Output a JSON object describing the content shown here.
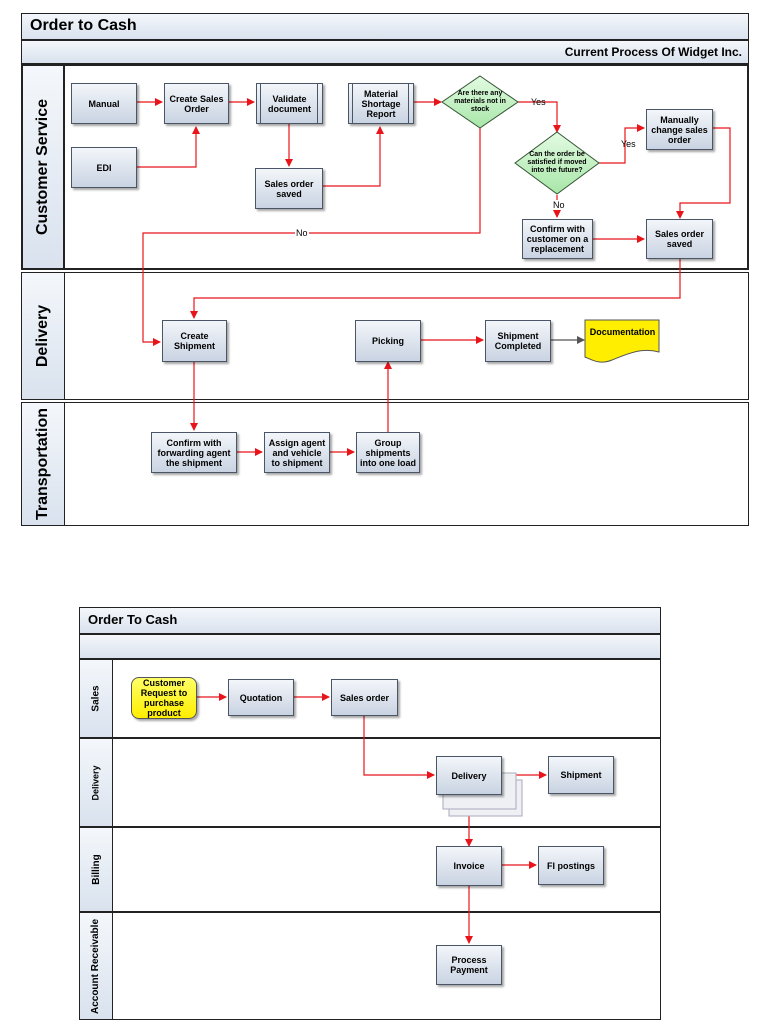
{
  "top": {
    "title": "Order to Cash",
    "subtitle": "Current Process Of Widget Inc.",
    "lanes": [
      "Customer Service",
      "Delivery",
      "Transportation"
    ],
    "nodes": {
      "manual": "Manual",
      "edi": "EDI",
      "create_sales_order": "Create Sales Order",
      "validate_document": "Validate document",
      "sales_order_saved": "Sales order saved",
      "material_shortage": "Material Shortage Report",
      "any_materials": "Are there any materials not in stock",
      "can_satisfy": "Can the order be satisfied if moved into the future?",
      "manually_change": "Manually change sales order",
      "confirm_replacement": "Confirm with customer on a replacement",
      "sales_order_saved_2": "Sales order saved",
      "create_shipment": "Create Shipment",
      "picking": "Picking",
      "shipment_completed": "Shipment Completed",
      "documentation": "Documentation",
      "confirm_forwarding": "Confirm with forwarding agent the shipment",
      "assign_agent": "Assign agent and vehicle to shipment",
      "group_shipments": "Group shipments into one load"
    },
    "labels": {
      "yes1": "Yes",
      "yes2": "Yes",
      "no1": "No",
      "no2": "No"
    }
  },
  "bottom": {
    "title": "Order To Cash",
    "lanes": [
      "Sales",
      "Delivery",
      "Billing",
      "Account Receivable"
    ],
    "nodes": {
      "customer_request": "Customer Request to purchase product",
      "quotation": "Quotation",
      "sales_order": "Sales order",
      "delivery": "Delivery",
      "shipment": "Shipment",
      "invoice": "Invoice",
      "fi_postings": "FI postings",
      "process_payment": "Process Payment"
    }
  },
  "colors": {
    "arrow": "#e8141a",
    "diamond": "#c9f2c9",
    "yellow": "#ffee00"
  }
}
